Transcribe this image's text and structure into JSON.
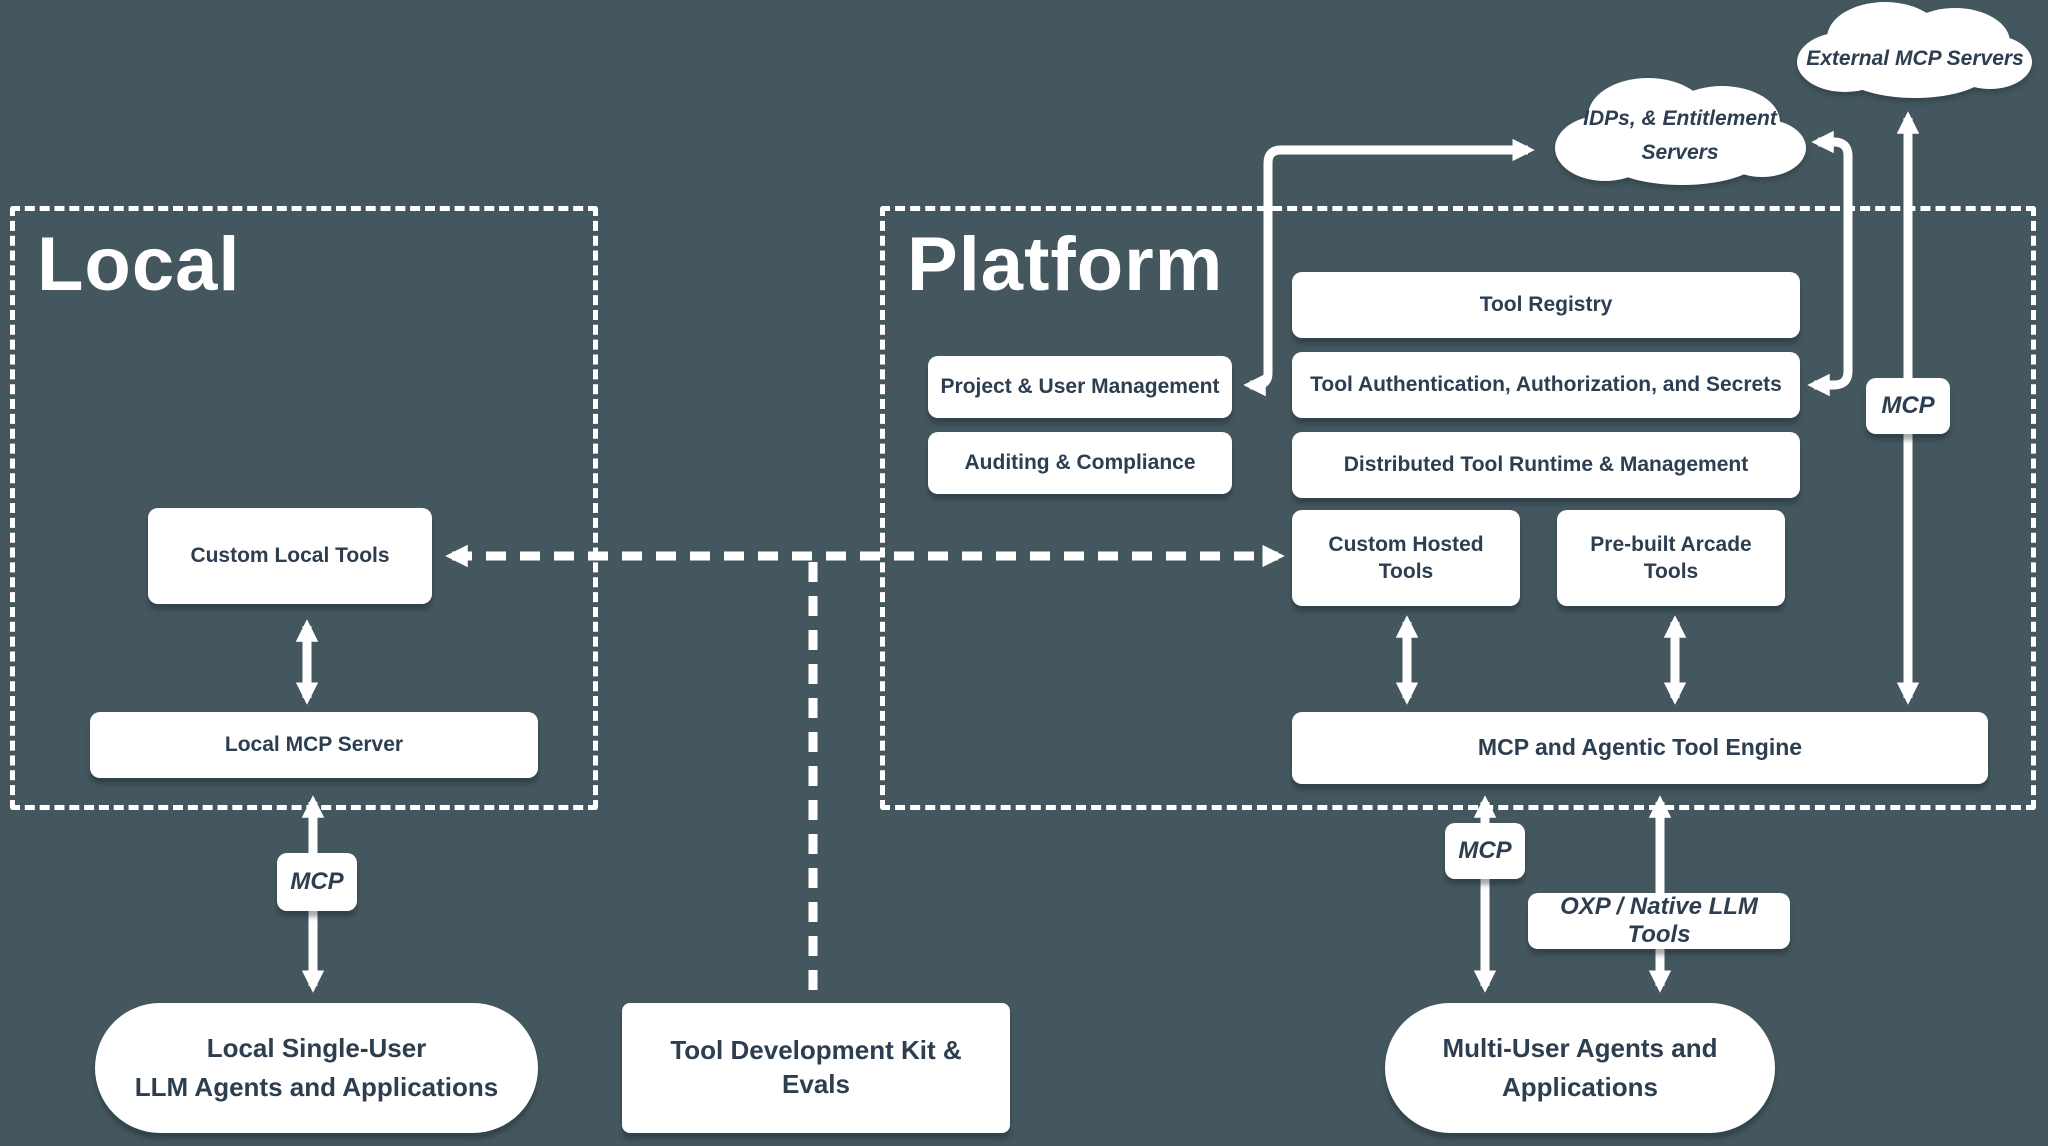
{
  "palette": {
    "background": "#44575f",
    "surface": "#ffffff",
    "text_dark": "#2d3e50",
    "line": "#ffffff"
  },
  "regions": {
    "local": {
      "title": "Local"
    },
    "platform": {
      "title": "Platform"
    }
  },
  "clouds": {
    "external": {
      "label": "External MCP Servers"
    },
    "idps": {
      "line1": "IDPs, & Entitlement",
      "line2": "Servers"
    }
  },
  "nodes": {
    "tool_registry": "Tool Registry",
    "tool_auth": "Tool Authentication, Authorization, and Secrets",
    "tool_runtime": "Distributed Tool Runtime & Management",
    "project_user": "Project & User Management",
    "auditing": "Auditing & Compliance",
    "custom_hosted": "Custom Hosted Tools",
    "prebuilt": "Pre-built Arcade Tools",
    "engine": "MCP and Agentic Tool Engine",
    "custom_local": "Custom Local Tools",
    "local_mcp": "Local MCP Server"
  },
  "terminals": {
    "local_agents": {
      "line1": "Local Single-User",
      "line2": "LLM Agents and Applications"
    },
    "tdk": "Tool Development Kit & Evals",
    "multi_agents": {
      "line1": "Multi-User Agents and",
      "line2": "Applications"
    }
  },
  "edge_labels": {
    "mcp_local": "MCP",
    "mcp_external": "MCP",
    "mcp_platform": "MCP",
    "oxp": "OXP / Native LLM Tools"
  }
}
